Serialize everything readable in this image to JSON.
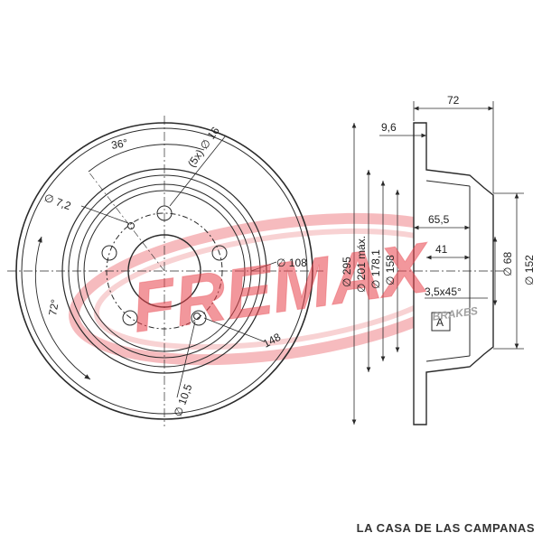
{
  "brand": {
    "logo_text": "FREMAX",
    "sub_text": "BRAKES",
    "color": "#e8424a"
  },
  "front_view": {
    "angle_top": "36°",
    "angle_left": "72°",
    "bolts": "(5x) ∅ 16",
    "small_hole": "∅ 7,2",
    "hub_dia": "∅ 108",
    "pcd": "148",
    "bottom_hole": "∅ 10,5"
  },
  "side_view": {
    "width": "72",
    "flange": "9,6",
    "depth_a": "65,5",
    "depth_b": "41",
    "chamfer": "3,5x45°",
    "datum": "A",
    "dia_outer": "∅ 295",
    "dia_max": "∅ 201 máx.",
    "dia_178": "∅ 178,1",
    "dia_158": "∅ 158",
    "dia_68": "∅ 68",
    "dia_152": "∅ 152"
  },
  "footer": {
    "shop_name": "LA CASA DE LAS CAMPANAS"
  },
  "colors": {
    "line": "#2a2a2a",
    "watermark": "#e8424a"
  }
}
